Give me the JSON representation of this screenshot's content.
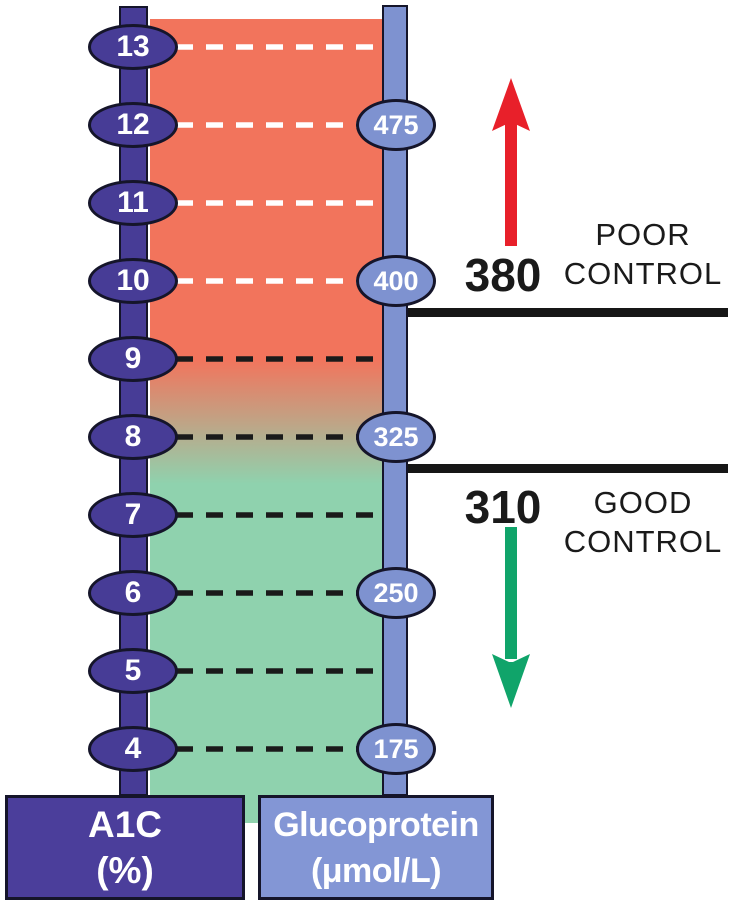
{
  "colors": {
    "gradient_top": "#F2745C",
    "gradient_bottom": "#8FD2AE",
    "a1c_scale_fill": "#473C96",
    "glucoprotein_scale_fill": "#7E92D0",
    "a1c_box_fill": "#4B3E9B",
    "glucoprotein_box_fill": "#8396D5",
    "poor_arrow": "#E8202A",
    "good_arrow": "#10A46A",
    "threshold_line": "#161616",
    "dash_upper": "#FFFFFF",
    "dash_lower": "#1A1A1A"
  },
  "a1c_scale": {
    "label_line1": "A1C",
    "label_line2": "(%)",
    "ticks": [
      "13",
      "12",
      "11",
      "10",
      "9",
      "8",
      "7",
      "6",
      "5",
      "4"
    ]
  },
  "glucoprotein_scale": {
    "label_line1": "Glucoprotein",
    "label_line2": "(μmol/L)",
    "ticks": [
      "475",
      "400",
      "325",
      "250",
      "175"
    ]
  },
  "poor_control": {
    "value": "380",
    "label_line1": "POOR",
    "label_line2": "CONTROL"
  },
  "good_control": {
    "value": "310",
    "label_line1": "GOOD",
    "label_line2": "CONTROL"
  },
  "icons": {
    "up_arrow": "red-up-arrow-icon",
    "down_arrow": "green-down-arrow-icon"
  },
  "chart_data": {
    "type": "table",
    "title": "",
    "axes": [
      {
        "name": "A1C (%)",
        "orientation": "vertical-left",
        "ticks": [
          13,
          12,
          11,
          10,
          9,
          8,
          7,
          6,
          5,
          4
        ]
      },
      {
        "name": "Glucoprotein (μmol/L)",
        "orientation": "vertical-right",
        "ticks": [
          475,
          400,
          325,
          250,
          175
        ]
      }
    ],
    "tick_correspondence": [
      {
        "a1c_pct": 12,
        "glucoprotein_umol_l": 475
      },
      {
        "a1c_pct": 10,
        "glucoprotein_umol_l": 400
      },
      {
        "a1c_pct": 8,
        "glucoprotein_umol_l": 325
      },
      {
        "a1c_pct": 6,
        "glucoprotein_umol_l": 250
      },
      {
        "a1c_pct": 4,
        "glucoprotein_umol_l": 175
      }
    ],
    "thresholds": [
      {
        "glucoprotein_umol_l": 380,
        "label": "POOR CONTROL",
        "arrow_direction": "up",
        "arrow_color": "#E8202A"
      },
      {
        "glucoprotein_umol_l": 310,
        "label": "GOOD CONTROL",
        "arrow_direction": "down",
        "arrow_color": "#10A46A"
      }
    ],
    "gradient_zones": [
      {
        "position": "top (high values)",
        "color": "#F2745C"
      },
      {
        "position": "bottom (low values)",
        "color": "#8FD2AE"
      }
    ],
    "gridlines": "horizontal dashed lines at every A1C tick; white on red zone (13-10), black on lower zone (9-4)"
  }
}
